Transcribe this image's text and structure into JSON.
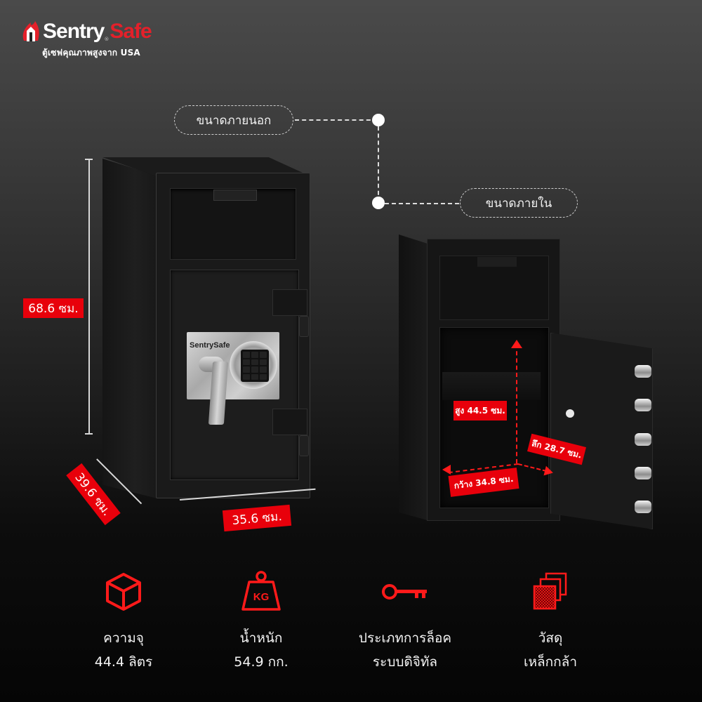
{
  "brand": {
    "name_part1": "Sentry",
    "name_part2": "Safe",
    "registered": "®",
    "tagline": "ตู้เซฟคุณภาพสูงจาก USA",
    "accent_color": "#e4202a"
  },
  "labels": {
    "outer_size": "ขนาดภายนอก",
    "inner_size": "ขนาดภายใน"
  },
  "outer_dimensions": {
    "height": "68.6 ซม.",
    "width": "35.6 ซม.",
    "depth": "39.6 ซม."
  },
  "inner_dimensions": {
    "height": "สูง 44.5 ซม.",
    "depth": "ลึก 28.7 ซม.",
    "width": "กว้าง 34.8 ซม."
  },
  "lock_plate_brand": "SentrySafe",
  "features": [
    {
      "icon": "cube-icon",
      "title": "ความจุ",
      "value": "44.4 ลิตร"
    },
    {
      "icon": "weight-kg-icon",
      "title": "น้ำหนัก",
      "value": "54.9 กก.",
      "icon_text": "KG"
    },
    {
      "icon": "key-icon",
      "title": "ประเภทการล็อค",
      "value": "ระบบดิจิทัล"
    },
    {
      "icon": "steel-layers-icon",
      "title": "วัสดุ",
      "value": "เหล็กกล้า"
    }
  ],
  "colors": {
    "tag_red": "#e8000b",
    "icon_red": "#ff1a1a"
  }
}
